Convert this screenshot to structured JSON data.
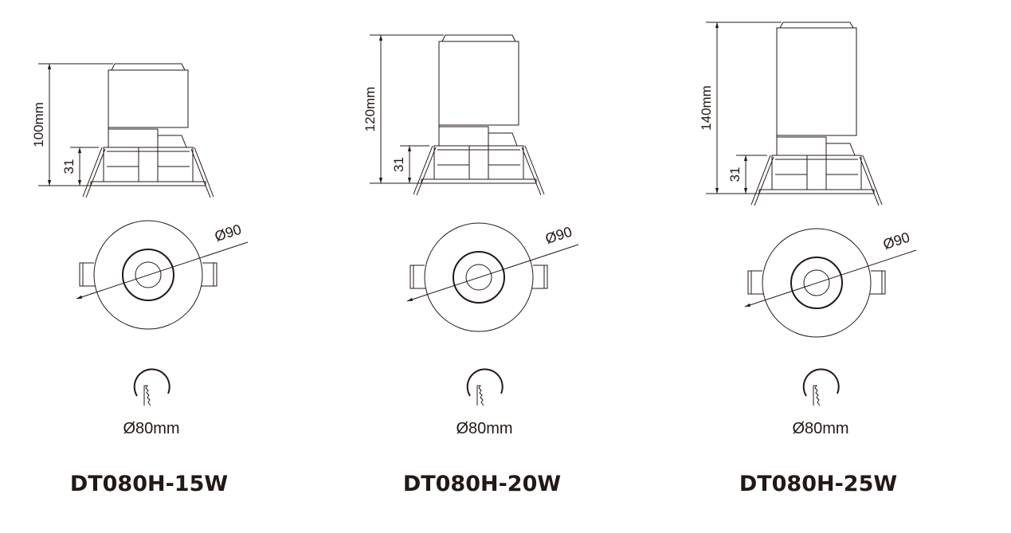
{
  "products": [
    {
      "model": "DT080H-15W",
      "height_label": "100mm",
      "flange_label": "31",
      "diameter_label": "Ø90",
      "cutout_label": "Ø80mm"
    },
    {
      "model": "DT080H-20W",
      "height_label": "120mm",
      "flange_label": "31",
      "diameter_label": "Ø90",
      "cutout_label": "Ø80mm"
    },
    {
      "model": "DT080H-25W",
      "height_label": "140mm",
      "flange_label": "31",
      "diameter_label": "Ø90",
      "cutout_label": "Ø80mm"
    }
  ],
  "colors": {
    "line": "#231815"
  }
}
